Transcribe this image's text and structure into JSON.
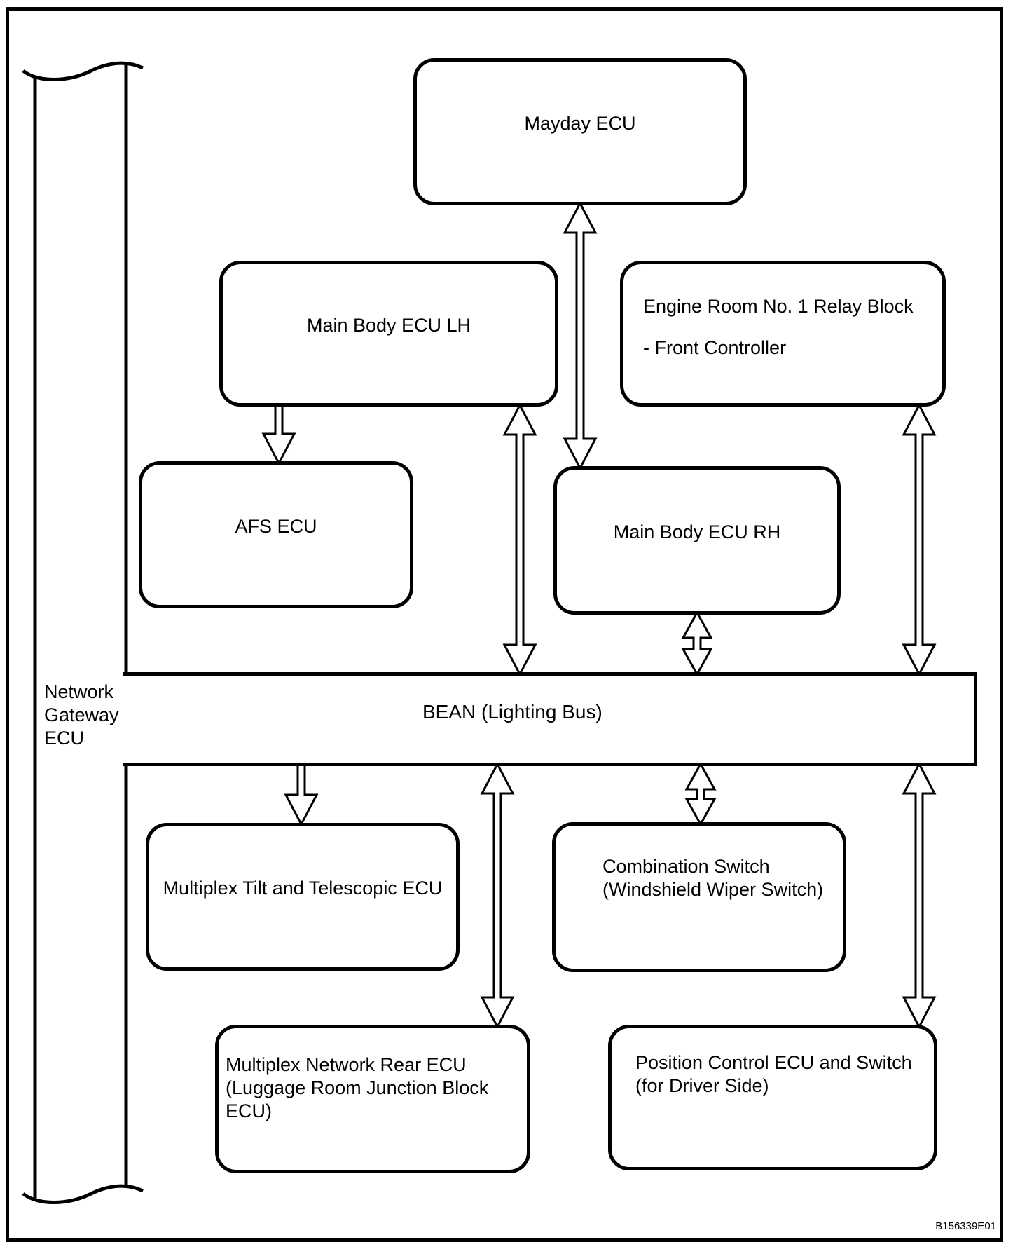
{
  "page": {
    "figure_code": "B156339E01",
    "background_color": "#ffffff",
    "line_color": "#000000"
  },
  "gateway_label": {
    "line1": "Network",
    "line2": "Gateway",
    "line3": "ECU"
  },
  "bus": {
    "label": "BEAN (Lighting Bus)"
  },
  "nodes": {
    "mayday": {
      "label": "Mayday ECU"
    },
    "main_body_lh": {
      "label": "Main Body ECU LH"
    },
    "engine_relay": {
      "line1": "Engine Room No. 1 Relay Block",
      "line2": "- Front Controller"
    },
    "afs": {
      "label": "AFS ECU"
    },
    "main_body_rh": {
      "label": "Main Body ECU RH"
    },
    "tilt_telescopic": {
      "label": "Multiplex Tilt and Telescopic ECU"
    },
    "combination_switch": {
      "line1": "Combination Switch",
      "line2": "(Windshield Wiper Switch)"
    },
    "rear_ecu": {
      "line1": "Multiplex Network Rear ECU",
      "line2": "(Luggage Room Junction Block ECU)"
    },
    "position_control": {
      "line1": "Position Control ECU and Switch",
      "line2": "(for Driver Side)"
    }
  },
  "connections": [
    {
      "from": "Main Body ECU LH",
      "to": "AFS ECU",
      "direction": "one-way"
    },
    {
      "from": "Mayday ECU",
      "to": "Main Body ECU RH",
      "direction": "two-way"
    },
    {
      "from": "Main Body ECU LH",
      "to": "BEAN (Lighting Bus)",
      "direction": "two-way"
    },
    {
      "from": "Main Body ECU RH",
      "to": "BEAN (Lighting Bus)",
      "direction": "two-way"
    },
    {
      "from": "Engine Room No. 1 Relay Block",
      "to": "BEAN (Lighting Bus)",
      "direction": "two-way"
    },
    {
      "from": "BEAN (Lighting Bus)",
      "to": "Multiplex Tilt and Telescopic ECU",
      "direction": "one-way"
    },
    {
      "from": "BEAN (Lighting Bus)",
      "to": "Multiplex Network Rear ECU",
      "direction": "two-way"
    },
    {
      "from": "BEAN (Lighting Bus)",
      "to": "Combination Switch",
      "direction": "two-way"
    },
    {
      "from": "BEAN (Lighting Bus)",
      "to": "Position Control ECU and Switch",
      "direction": "two-way"
    }
  ]
}
